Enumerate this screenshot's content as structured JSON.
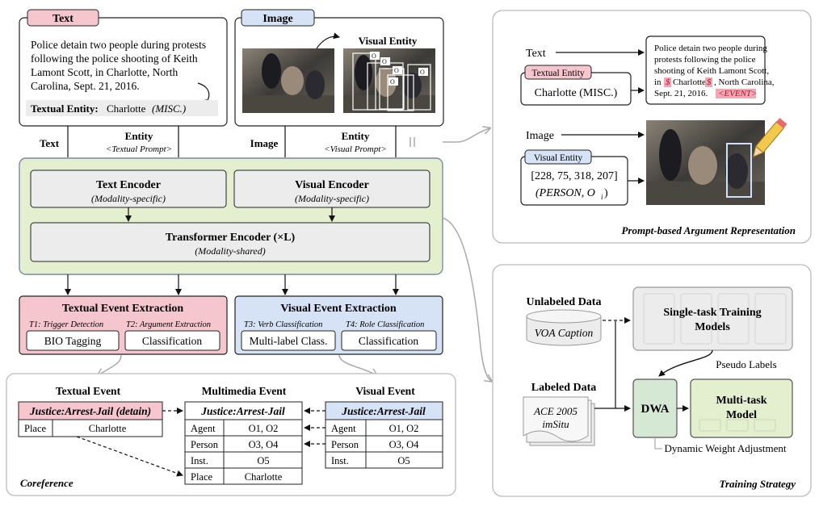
{
  "text_panel": {
    "tab": "Text",
    "body_lines": [
      "Police detain two people during protests",
      "following the police shooting of Keith",
      "Lamont Scott, in Charlotte, North",
      "Carolina, Sept. 21, 2016."
    ],
    "entity_label": "Textual Entity:",
    "entity_value": "Charlotte",
    "entity_type": "(MISC.)"
  },
  "image_panel": {
    "tab": "Image",
    "visual_entity_label": "Visual Entity",
    "object_tags": [
      "O",
      "O",
      "O",
      "O",
      "O"
    ]
  },
  "inputs": {
    "text": "Text",
    "entity_text": "Entity",
    "textual_prompt": "<Textual Prompt>",
    "image": "Image",
    "entity_image": "Entity",
    "visual_prompt": "<Visual Prompt>"
  },
  "encoders": {
    "text_encoder": "Text Encoder",
    "text_encoder_sub": "(Modality-specific)",
    "visual_encoder": "Visual Encoder",
    "visual_encoder_sub": "(Modality-specific)",
    "transformer": "Transformer Encoder (×L)",
    "transformer_sub": "(Modality-shared)"
  },
  "textual_extraction": {
    "title": "Textual Event Extraction",
    "t1": "T1: Trigger Detection",
    "t2": "T2: Argument Extraction",
    "btn1": "BIO Tagging",
    "btn2": "Classification"
  },
  "visual_extraction": {
    "title": "Visual Event Extraction",
    "t3": "T3: Verb Classification",
    "t4": "T4: Role Classification",
    "btn1": "Multi-label Class.",
    "btn2": "Classification"
  },
  "coreference": {
    "label": "Coreference",
    "textual_event_heading": "Textual Event",
    "textual_event_type": "Justice:Arrest-Jail (detain)",
    "textual_rows": [
      [
        "Place",
        "Charlotte"
      ]
    ],
    "multimedia_heading": "Multimedia Event",
    "multimedia_type": "Justice:Arrest-Jail",
    "multimedia_rows": [
      [
        "Agent",
        "O1, O2"
      ],
      [
        "Person",
        "O3, O4"
      ],
      [
        "Inst.",
        "O5"
      ],
      [
        "Place",
        "Charlotte"
      ]
    ],
    "visual_event_heading": "Visual Event",
    "visual_event_type": "Justice:Arrest-Jail",
    "visual_rows": [
      [
        "Agent",
        "O1, O2"
      ],
      [
        "Person",
        "O3, O4"
      ],
      [
        "Inst.",
        "O5"
      ]
    ]
  },
  "prompt_panel": {
    "caption": "Prompt-based Argument Representation",
    "text_label": "Text",
    "textual_entity_tag": "Textual Entity",
    "textual_entity_value": "Charlotte (MISC.)",
    "marked_lines": [
      "Police detain two people during",
      "protests following the police",
      "shooting of Keith Lamont Scott,",
      "in",
      "Charlotte",
      ", North Carolina,",
      "Sept. 21, 2016.",
      "<EVENT>"
    ],
    "marker": "$",
    "image_label": "Image",
    "visual_entity_tag": "Visual Entity",
    "visual_entity_value1": "[228, 75, 318, 207]",
    "visual_entity_value2": "(PERSON, O",
    "visual_entity_sub": "i",
    "visual_entity_close": ")"
  },
  "training_panel": {
    "caption": "Training Strategy",
    "unlabeled_data": "Unlabeled Data",
    "voa_caption": "VOA Caption",
    "single_task": [
      "Single-task Training",
      "Models"
    ],
    "pseudo_labels": "Pseudo Labels",
    "labeled_data": "Labeled Data",
    "ace": "ACE 2005",
    "imsitu": "imSitu",
    "dwa": "DWA",
    "multi_task": [
      "Multi-task",
      "Model"
    ],
    "dwa_full": "Dynamic Weight Adjustment"
  },
  "colors": {
    "pink": "#f6c6cf",
    "blue": "#d6e2f5",
    "green": "#e4efcf",
    "gray": "#ececec",
    "dwa_green": "#d5e8d4"
  }
}
